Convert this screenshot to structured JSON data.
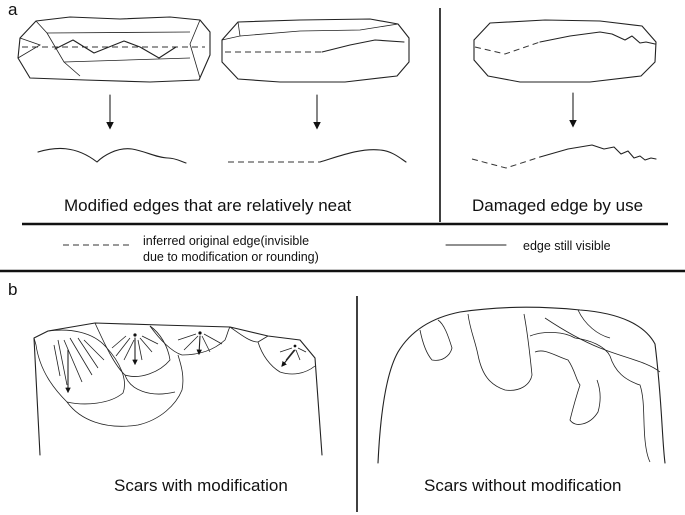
{
  "panel_a": {
    "letter": "a",
    "caption_modified": "Modified edges that are relatively neat",
    "caption_damaged": "Damaged edge by use",
    "legend_dashed": "inferred original edge(invisible\ndue to modification or rounding)",
    "legend_solid": "edge still visible"
  },
  "panel_b": {
    "letter": "b",
    "caption_with": "Scars with modification",
    "caption_without": "Scars without modification"
  }
}
